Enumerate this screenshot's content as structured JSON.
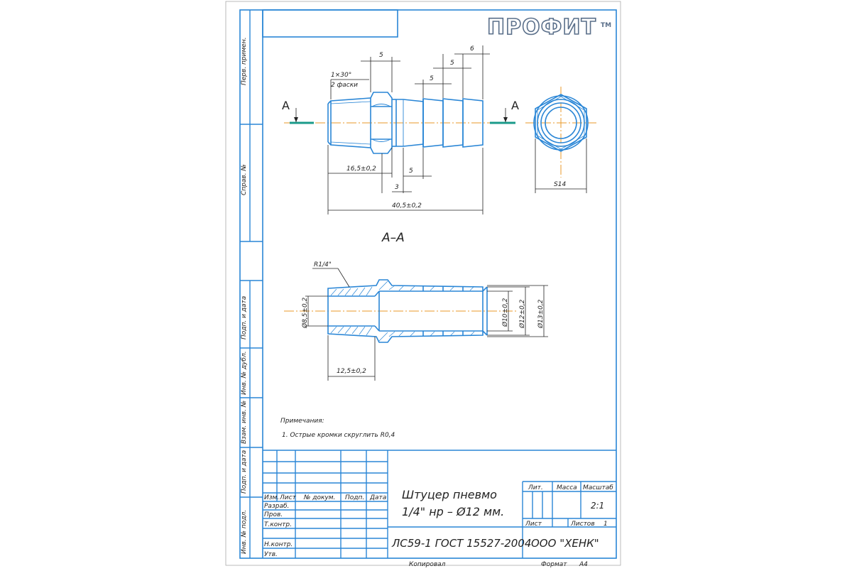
{
  "brand": {
    "logo_text": "ПРОФИТ",
    "tm": "ТМ"
  },
  "side_labels": {
    "perv_primen": "Перв. примен.",
    "sprav_no": "Справ. №",
    "podp_data_1": "Подп. и дата",
    "inv_dubl": "Инв. № дубл.",
    "vzam_inv": "Взам. инв. №",
    "podp_data_2": "Подп. и дата",
    "inv_podl": "Инв. № подл."
  },
  "view_top": {
    "section_mark": "А",
    "chamfer_note_1": "1×30°",
    "chamfer_note_2": "2 фаски",
    "dim_5_a": "5",
    "dim_5_b": "5",
    "dim_5_c": "5",
    "dim_6": "6",
    "dim_16_5": "16,5±0,2",
    "dim_5_bottom": "5",
    "dim_3": "3",
    "dim_40_5": "40,5±0,2",
    "wrench_size": "S14"
  },
  "section": {
    "title": "А–А",
    "thread": "R1/4\"",
    "d_bore": "Ø8,5±0,2",
    "d10": "Ø10±0,2",
    "d12": "Ø12±0,2",
    "d13": "Ø13±0,2",
    "dim_12_5": "12,5±0,2"
  },
  "notes": {
    "heading": "Примечания:",
    "item_1": "1. Острые кромки скруглить R0,4"
  },
  "title_block": {
    "headers": {
      "izm": "Изм.",
      "list": "Лист",
      "n_dokum": "№ докум.",
      "podp": "Подп.",
      "data": "Дата"
    },
    "roles": {
      "razrab": "Разраб.",
      "prov": "Пров.",
      "tkontr": "Т.контр.",
      "nkontr": "Н.контр.",
      "utv": "Утв."
    },
    "part_name_1": "Штуцер пневмо",
    "part_name_2": "1/4\" нр – Ø12 мм.",
    "lit": "Лит.",
    "massa": "Масса",
    "masshtab": "Масштаб",
    "scale_value": "2:1",
    "sheet": "Лист",
    "sheets": "Листов",
    "sheets_value": "1",
    "material": "ЛС59-1 ГОСТ 15527-2004",
    "company": "ООО \"ХЕНК\""
  },
  "footer": {
    "kopiroval": "Копировал",
    "format_label": "Формат",
    "format_value": "А4"
  }
}
